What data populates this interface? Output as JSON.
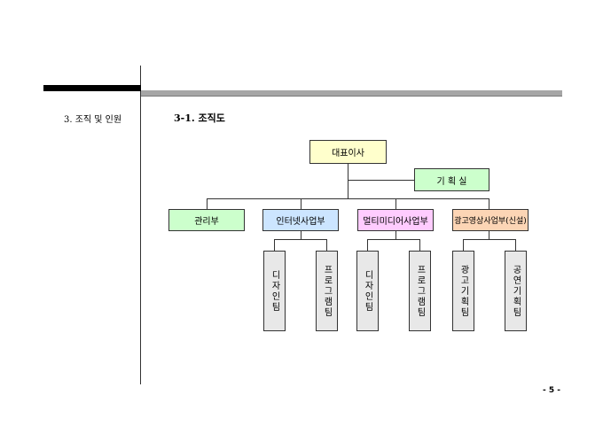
{
  "side_label": "3. 조직 및 인원",
  "section_title": "3-1. 조직도",
  "org": {
    "ceo": "대표이사",
    "planning": "기 획 실",
    "divisions": [
      {
        "label": "관리부",
        "color": "#ccffcc"
      },
      {
        "label": "인터넷사업부",
        "color": "#cce5ff"
      },
      {
        "label": "멀티미디어사업부",
        "color": "#ffccff"
      },
      {
        "label": "광고영상사업부(신설)",
        "color": "#fcd5b5"
      }
    ],
    "teams": [
      "디자인팀",
      "프로그램팀",
      "디자인팀",
      "프로그램팀",
      "광고기획팀",
      "공연기획팀"
    ]
  },
  "colors": {
    "ceo": "#ffffcc",
    "planning": "#ccffcc",
    "team": "#e8e8e8"
  },
  "page_number": "- 5 -"
}
